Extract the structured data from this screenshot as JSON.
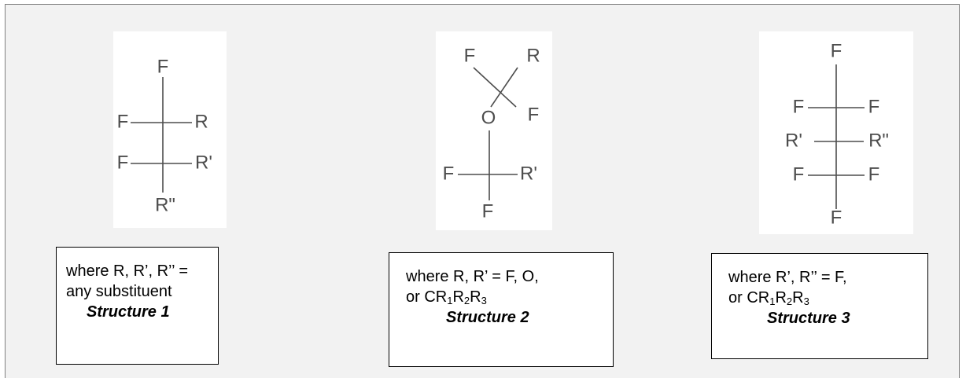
{
  "structures": [
    {
      "atoms": {
        "top": "F",
        "c1_left": "F",
        "c1_right": "R",
        "c2_left": "F",
        "c2_right": "R'",
        "bottom": "R\""
      },
      "caption": {
        "line1": "where R, R’, R’’ =",
        "line2": "any substituent",
        "title": "Structure 1"
      }
    },
    {
      "atoms": {
        "top_left": "F",
        "top_right": "R",
        "mid_right": "F",
        "oxygen": "O",
        "c_left": "F",
        "c_right": "R'",
        "bottom": "F"
      },
      "caption": {
        "line1": "where R, R’ = F, O,",
        "line2_prefix": "or CR",
        "sub1": "1",
        "r2": "R",
        "sub2": "2",
        "r3": "R",
        "sub3": "3",
        "title": "Structure 2"
      }
    },
    {
      "atoms": {
        "top": "F",
        "c1_left": "F",
        "c1_right": "F",
        "c2_left": "R'",
        "c2_right": "R\"",
        "c3_left": "F",
        "c3_right": "F",
        "bottom": "F"
      },
      "caption": {
        "line1": "where R’, R’’ = F,",
        "line2_prefix": "or CR",
        "sub1": "1",
        "r2": "R",
        "sub2": "2",
        "r3": "R",
        "sub3": "3",
        "title": "Structure 3"
      }
    }
  ]
}
